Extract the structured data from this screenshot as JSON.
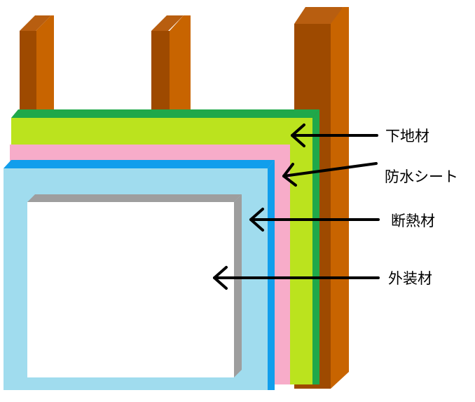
{
  "labels": {
    "substrate": "下地材",
    "waterproof_sheet": "防水シート",
    "insulation": "断熱材",
    "exterior_finish": "外装材"
  },
  "colors": {
    "stud_front": "#9E4A00",
    "stud_side": "#C86400",
    "stud_top": "#B85E10",
    "substrate_front": "#BBE31E",
    "substrate_edge": "#1FA84A",
    "waterproof_front": "#F7ACC9",
    "insulation_front": "#A0DCEE",
    "insulation_edge": "#119EEC",
    "exterior_front": "#FFFFFF",
    "exterior_edge": "#9E9E9E",
    "arrow": "#000000"
  }
}
